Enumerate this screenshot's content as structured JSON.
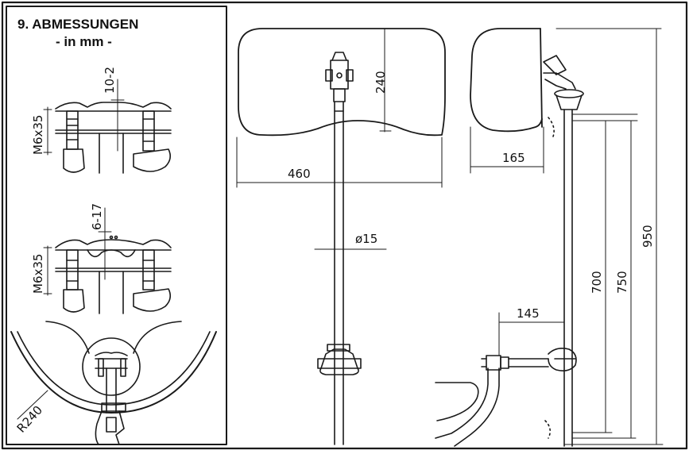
{
  "header": {
    "title": "9. ABMESSUNGEN",
    "subtitle": "- in mm -"
  },
  "clamp_top": {
    "gap_label": "10-2",
    "bolt_label": "M6x35"
  },
  "clamp_middle": {
    "gap_label": "6-17",
    "bolt_label": "M6x35"
  },
  "mirror_round": {
    "radius_label": "R240"
  },
  "mirror_front": {
    "width_label": "460",
    "height_label": "240",
    "tube_label": "ø15"
  },
  "mirror_side": {
    "depth_label": "165",
    "offset_label": "145",
    "dim_700": "700",
    "dim_750": "750",
    "dim_950": "950"
  },
  "colors": {
    "line": "#1a1a1a",
    "background": "#ffffff"
  }
}
